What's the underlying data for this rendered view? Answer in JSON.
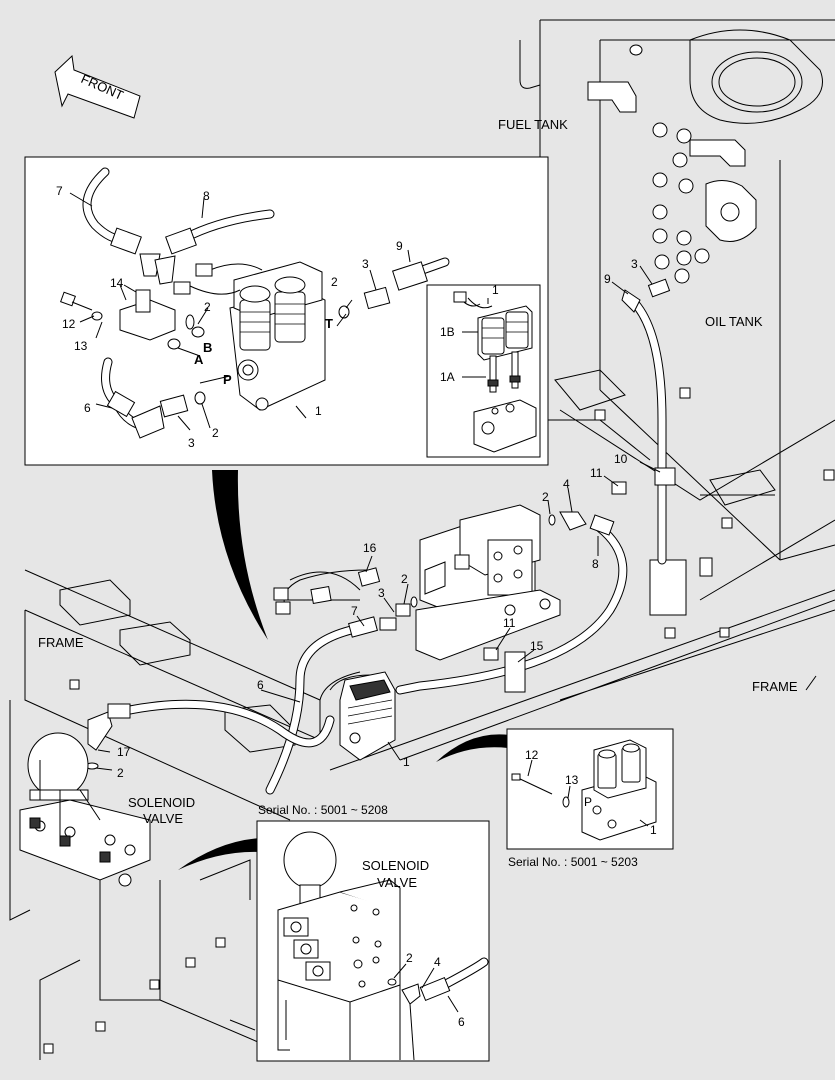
{
  "front_label": "FRONT",
  "fuel_tank_label": "FUEL TANK",
  "oil_tank_label": "OIL TANK",
  "frame_label_left": "FRAME",
  "frame_label_right": "FRAME",
  "solenoid_valve_label": {
    "line1": "SOLENOID",
    "line2": "VALVE"
  },
  "inset_top": {
    "callouts": [
      "7",
      "8",
      "9",
      "14",
      "2",
      "12",
      "13",
      "B",
      "A",
      "P",
      "T",
      "3",
      "2",
      "6",
      "3",
      "2",
      "1"
    ],
    "sub_inset_callouts": [
      "1",
      "1B",
      "1A"
    ]
  },
  "main_callouts": [
    "3",
    "9",
    "10",
    "11",
    "2",
    "4",
    "8",
    "16",
    "2",
    "3",
    "7",
    "11",
    "15",
    "6",
    "17",
    "2",
    "1"
  ],
  "inset_solenoid": {
    "serial": "Serial No. : 5001 ~ 5208",
    "title": {
      "line1": "SOLENOID",
      "line2": "VALVE"
    },
    "callouts": [
      "2",
      "4",
      "6"
    ]
  },
  "inset_valve": {
    "serial": "Serial No. : 5001 ~ 5203",
    "callouts": [
      "12",
      "13",
      "1"
    ],
    "port_label": "P"
  }
}
